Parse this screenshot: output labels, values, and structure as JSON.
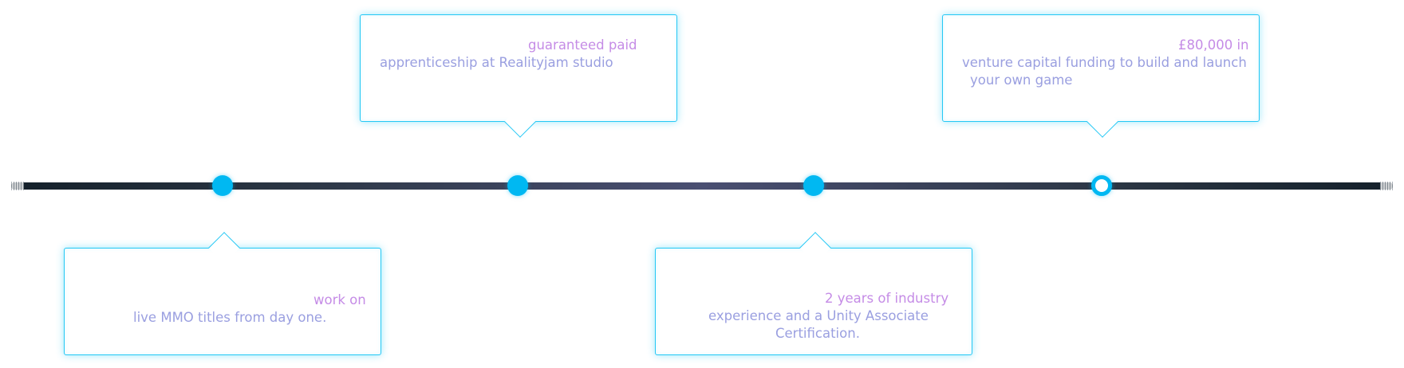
{
  "timeline": {
    "milestones": [
      {
        "id": "apprentice",
        "lines": [
          {
            "muted": "",
            "accent": "guaranteed paid"
          },
          {
            "muted": "apprenticeship at Realityjam studio",
            "accent": ""
          }
        ]
      },
      {
        "id": "funding",
        "lines": [
          {
            "muted": "",
            "accent": "£80,000 in"
          },
          {
            "muted": "venture capital funding to build and launch",
            "accent": ""
          },
          {
            "muted": "your own game",
            "accent": ""
          }
        ]
      },
      {
        "id": "mmo",
        "lines": [
          {
            "muted": "",
            "accent": "work on"
          },
          {
            "muted": "live MMO titles from day one.",
            "accent": ""
          }
        ]
      },
      {
        "id": "experience",
        "lines": [
          {
            "muted": "",
            "accent": "2 years of industry"
          },
          {
            "muted": "experience and a Unity Associate",
            "accent": ""
          },
          {
            "muted": "Certification.",
            "accent": ""
          }
        ]
      }
    ]
  },
  "colors": {
    "node": "#00b8f2",
    "border": "#25c8f5",
    "accent_text": "#c58ce6",
    "muted_text": "#9a9fe0"
  }
}
